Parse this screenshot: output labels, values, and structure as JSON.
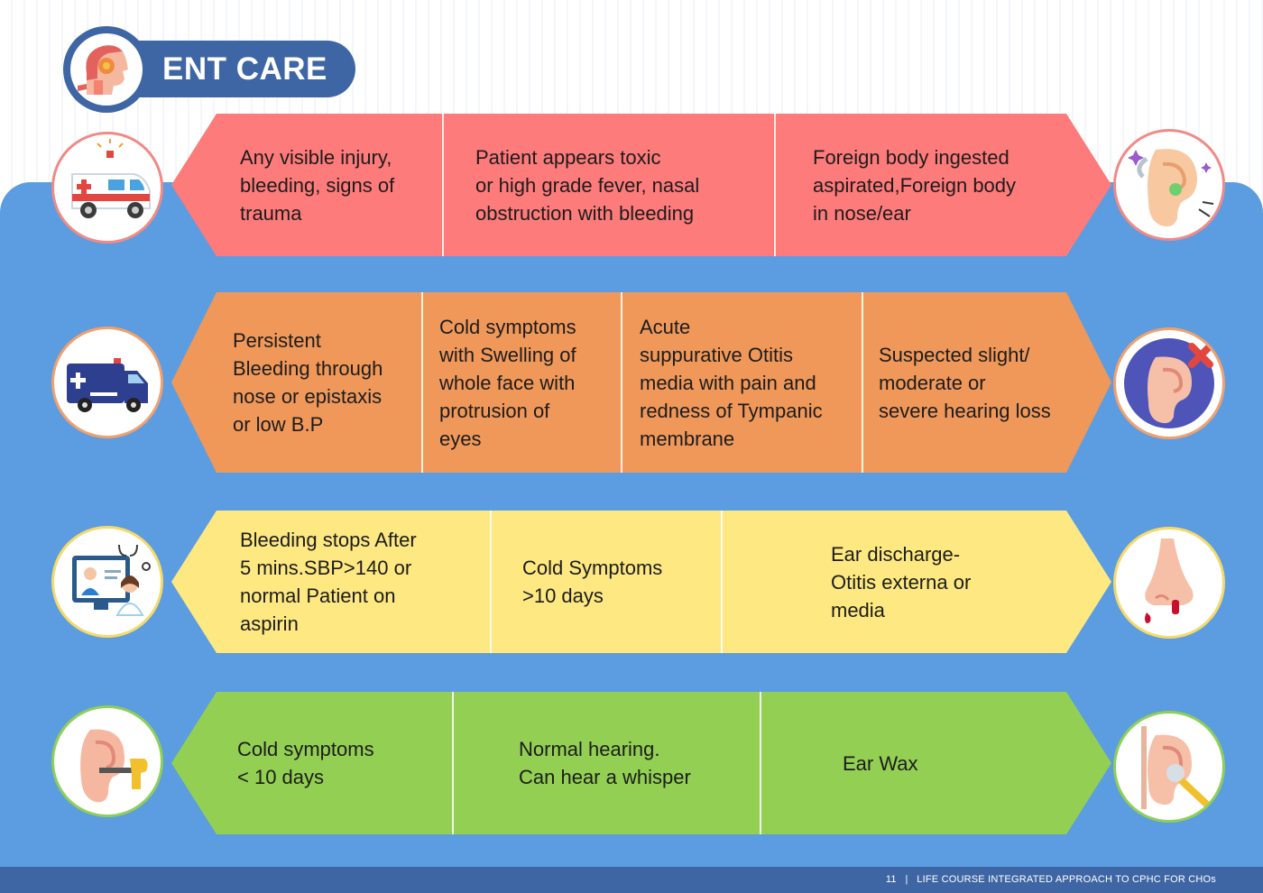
{
  "header": {
    "title": "ENT CARE",
    "icon": "ent-head-icon"
  },
  "rows": [
    {
      "color": "#fd7b7a",
      "level": "red",
      "left_icon": "ambulance-siren-icon",
      "right_icon": "ear-foreign-body-icon",
      "cells": [
        "Any visible injury,\nbleeding, signs of\ntrauma",
        "Patient appears toxic\nor high grade fever, nasal\nobstruction with bleeding",
        "Foreign body ingested\naspirated,Foreign body\nin nose/ear"
      ]
    },
    {
      "color": "#f0985a",
      "level": "orange",
      "left_icon": "ambulance-van-icon",
      "right_icon": "hearing-loss-icon",
      "cells": [
        "Persistent\nBleeding through\nnose or epistaxis\nor low B.P",
        "Cold symptoms\nwith Swelling of\nwhole face with\nprotrusion of\neyes",
        "Acute\nsuppurative Otitis\nmedia with pain and\nredness of Tympanic\nmembrane",
        "Suspected slight/\nmoderate or\nsevere hearing loss"
      ]
    },
    {
      "color": "#fde882",
      "level": "yellow",
      "left_icon": "teleconsultation-icon",
      "right_icon": "nose-bleed-icon",
      "cells": [
        "Bleeding stops After\n5 mins.SBP>140 or\nnormal Patient on\naspirin",
        "Cold Symptoms\n>10 days",
        "Ear discharge-\nOtitis externa or\nmedia"
      ]
    },
    {
      "color": "#92cf53",
      "level": "green",
      "left_icon": "ear-exam-icon",
      "right_icon": "ear-cleaning-icon",
      "cells": [
        "Cold symptoms\n< 10 days",
        "Normal hearing.\nCan hear a whisper",
        "Ear Wax"
      ]
    }
  ],
  "footer": {
    "page_number": "11",
    "separator": "|",
    "text": "LIFE COURSE INTEGRATED APPROACH TO CPHC FOR CHOs"
  }
}
